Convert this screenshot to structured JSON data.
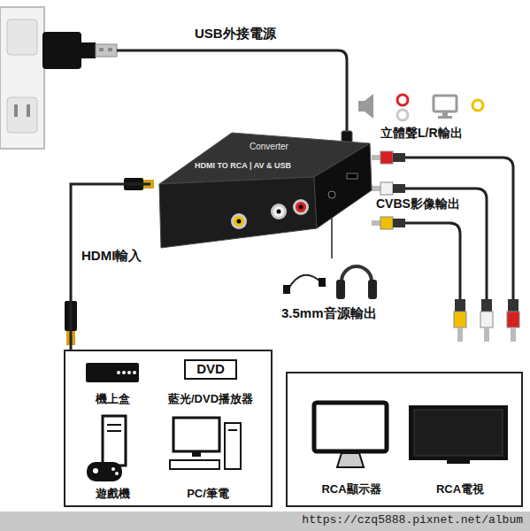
{
  "diagram": {
    "nodes": [
      {
        "text": [
          "HDMI TO RCA | AV & USB",
          "Converter"
        ]
      },
      {
        "text": [
          "機上盒",
          "藍光/DVD播放器",
          "遊戲機",
          "PC/筆電"
        ]
      },
      {
        "text": [
          "DVD"
        ],
        "in": 1
      },
      {
        "text": [
          "RCA顯示器",
          "RCA電視"
        ]
      }
    ],
    "edges": [
      {
        "from": 1,
        "to": 0,
        "arrow": "none",
        "label": "HDMI輸入"
      }
    ],
    "labels": [
      "USB外接電源",
      "立體聲L/R輸出",
      "CVBS影像輸出",
      "3.5mm音源輸出",
      "https://czq5888.pixnet.net/album"
    ]
  }
}
